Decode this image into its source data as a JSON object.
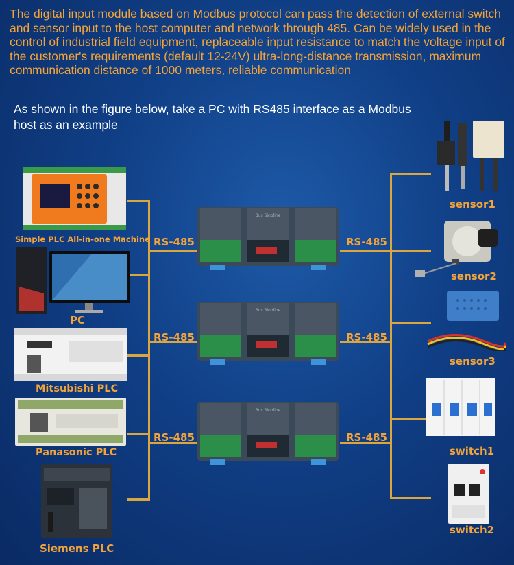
{
  "intro": "The digital input module based on Modbus protocol can pass the detection of external switch and sensor input to the host computer and network through 485. Can be widely used in the control of industrial field equipment, replaceable input resistance to match the voltage input of the customer's requirements (default 12-24V) ultra-long-distance transmission, maximum communication distance of 1000 meters, reliable communication",
  "subintro": "As shown in the figure below, take a PC with RS485 interface as a Modbus host as an example",
  "hosts": [
    {
      "label": "Simple PLC All-in-one Machine"
    },
    {
      "label": "PC"
    },
    {
      "label": "Mitsubishi PLC"
    },
    {
      "label": "Panasonic PLC"
    },
    {
      "label": "Siemens PLC"
    }
  ],
  "bus_label": "RS-485",
  "module_brand": "Bus Sinoline",
  "devices": [
    {
      "label": "sensor1"
    },
    {
      "label": "sensor2"
    },
    {
      "label": "sensor3"
    },
    {
      "label": "switch1"
    },
    {
      "label": "switch2"
    }
  ],
  "colors": {
    "accent": "#f2a33a",
    "background": "#103f86",
    "wire": "#d9a640"
  }
}
